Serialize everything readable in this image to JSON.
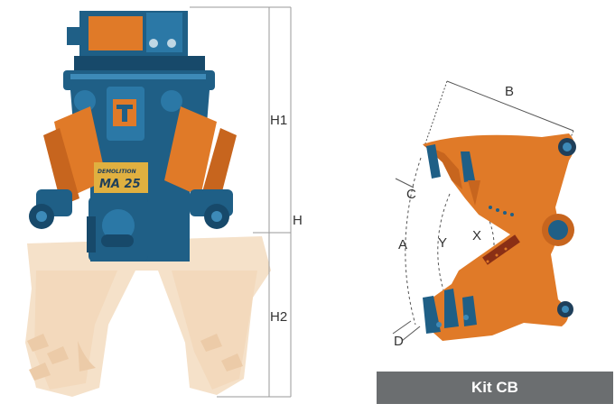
{
  "left_figure": {
    "dimension_labels": {
      "h1": "H1",
      "h": "H",
      "h2": "H2"
    },
    "nameplate": {
      "brand": "DEMOLITION",
      "model": "MA 25"
    }
  },
  "right_figure": {
    "dimension_labels": {
      "b": "B",
      "c": "C",
      "a": "A",
      "y": "Y",
      "x": "X",
      "d": "D"
    },
    "caption": "Kit CB"
  },
  "colors": {
    "steel_blue": "#1f5f86",
    "orange": "#e07a28",
    "ghost_jaw": "#f4dcc0",
    "caption_bar": "#6b6e70"
  }
}
